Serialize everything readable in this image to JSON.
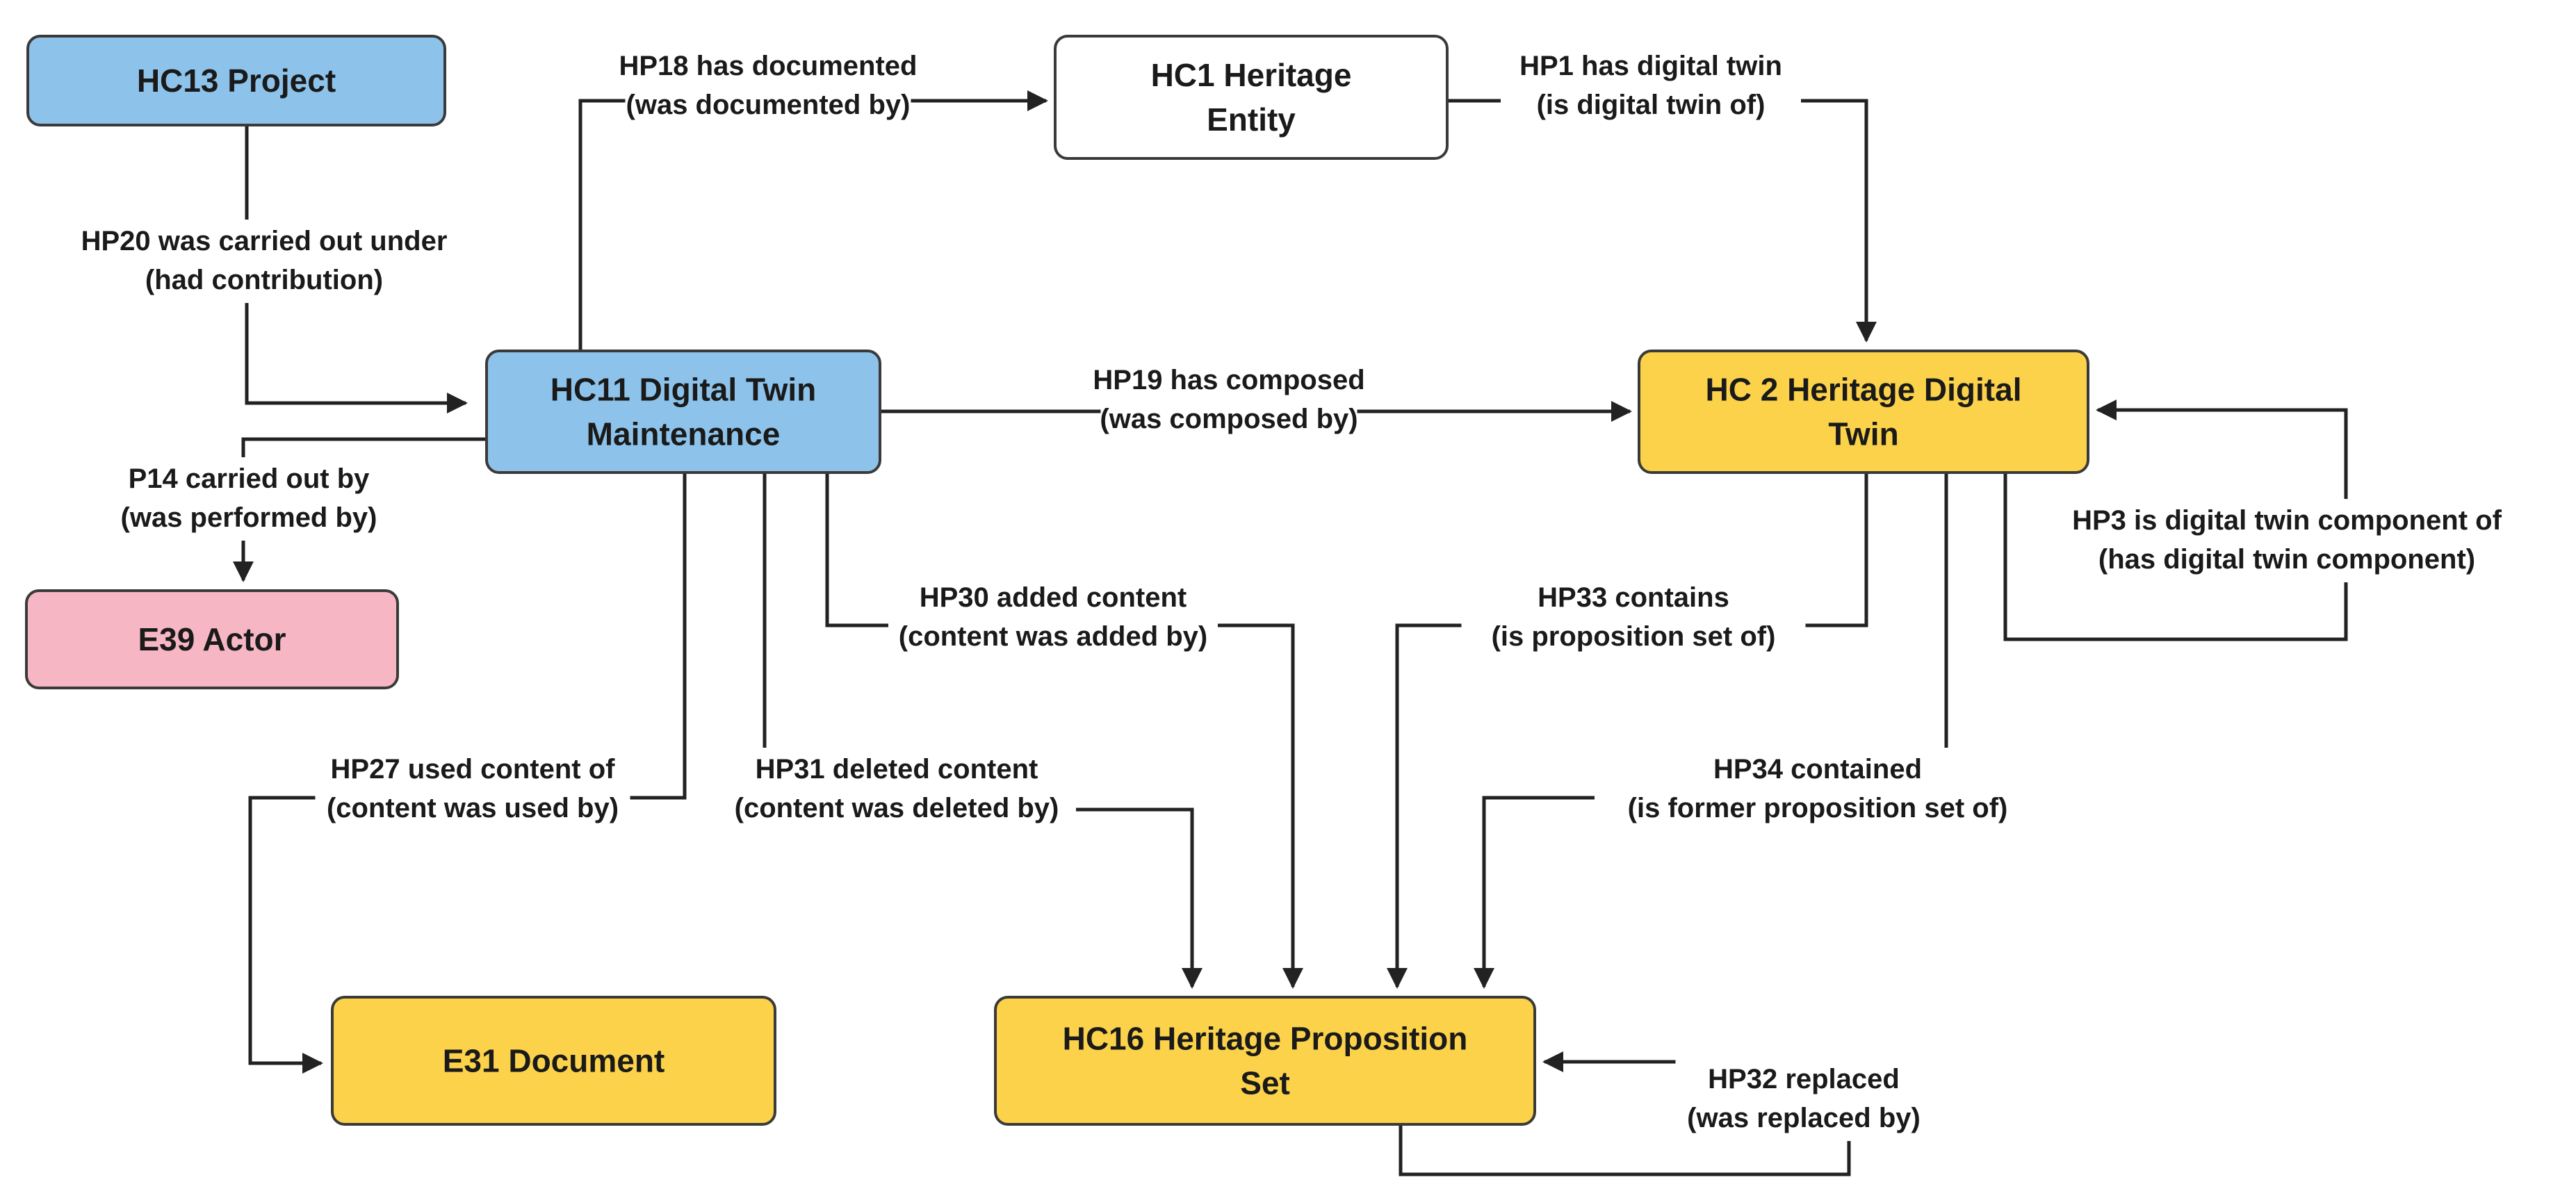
{
  "colors": {
    "blue": "#8dc3ea",
    "yellow": "#fbd24a",
    "pink": "#f6b6c4",
    "white": "#ffffff",
    "line": "#222222"
  },
  "nodes": {
    "hc13": {
      "lines": [
        "HC13 Project"
      ],
      "fill": "blue"
    },
    "hc1": {
      "lines": [
        "HC1 Heritage",
        "Entity"
      ],
      "fill": "white"
    },
    "hc11": {
      "lines": [
        "HC11 Digital Twin",
        "Maintenance"
      ],
      "fill": "blue"
    },
    "hc2": {
      "lines": [
        "HC 2 Heritage Digital",
        "Twin"
      ],
      "fill": "yellow"
    },
    "e39": {
      "lines": [
        "E39 Actor"
      ],
      "fill": "pink"
    },
    "e31": {
      "lines": [
        "E31 Document"
      ],
      "fill": "yellow"
    },
    "hc16": {
      "lines": [
        "HC16 Heritage Proposition",
        "Set"
      ],
      "fill": "yellow"
    }
  },
  "edges": {
    "hp20": {
      "lines": [
        "HP20 was carried out under",
        "(had contribution)"
      ]
    },
    "hp18": {
      "lines": [
        "HP18 has documented",
        "(was documented by)"
      ]
    },
    "hp1": {
      "lines": [
        "HP1 has digital twin",
        "(is digital twin of)"
      ]
    },
    "hp19": {
      "lines": [
        "HP19 has composed",
        "(was composed by)"
      ]
    },
    "p14": {
      "lines": [
        "P14 carried out by",
        "(was performed by)"
      ]
    },
    "hp3": {
      "lines": [
        "HP3 is digital twin component of",
        "(has digital twin component)"
      ]
    },
    "hp30": {
      "lines": [
        "HP30 added content",
        "(content was added by)"
      ]
    },
    "hp33": {
      "lines": [
        "HP33 contains",
        "(is proposition set of)"
      ]
    },
    "hp27": {
      "lines": [
        "HP27 used content of",
        "(content was used by)"
      ]
    },
    "hp31": {
      "lines": [
        "HP31 deleted content",
        "(content was deleted by)"
      ]
    },
    "hp34": {
      "lines": [
        "HP34 contained",
        "(is former proposition set of)"
      ]
    },
    "hp32": {
      "lines": [
        "HP32 replaced",
        "(was replaced by)"
      ]
    }
  }
}
